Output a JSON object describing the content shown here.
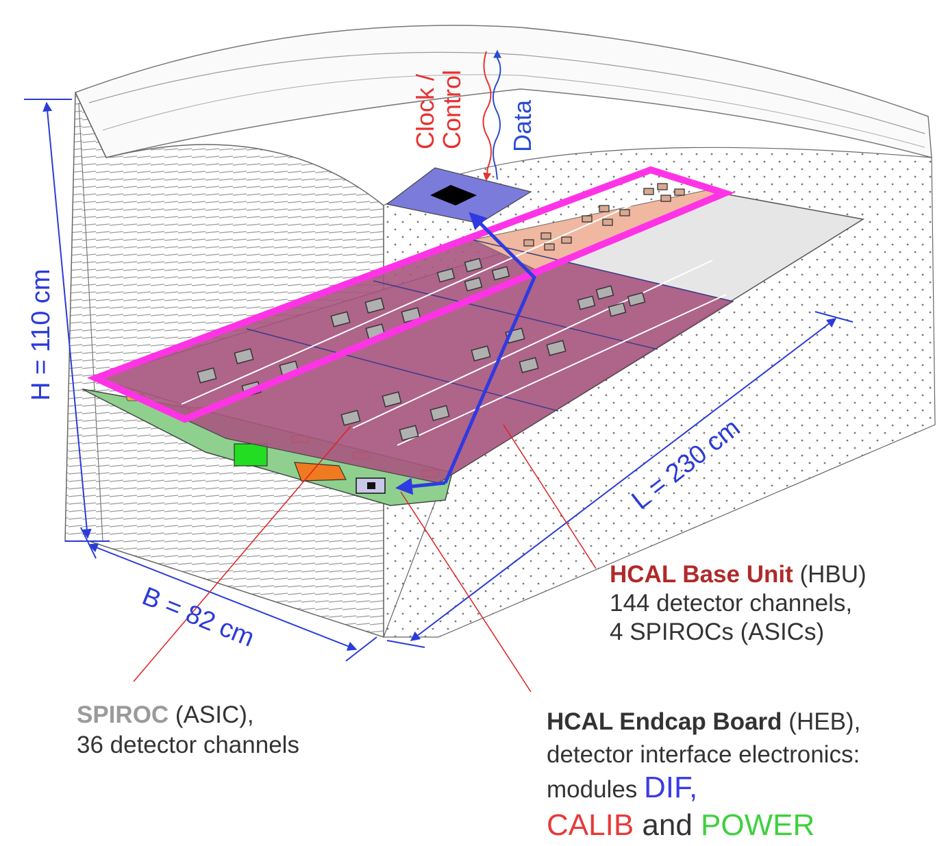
{
  "colors": {
    "dimension": "#2a3bd8",
    "pointer": "#e02020",
    "hbu_outline": "#ff33e6",
    "hbu_fill": "#a8557f",
    "heb_board": "#8fd08f",
    "dif_chip": "#7b7bdc",
    "data_arrow": "#2f3ae0",
    "clock": "#e83030",
    "data_text": "#2a4bd0",
    "dif_text": "#3a3ae8",
    "calib_text": "#e83a3a",
    "power_text": "#3fd03f",
    "hbu_text": "#b02a2a",
    "spiroc_text": "#9a9a9a"
  },
  "dimensions": {
    "height": "H = 110 cm",
    "width": "B = 82 cm",
    "length": "L = 230 cm"
  },
  "signals": {
    "clock": "Clock /",
    "control": "Control",
    "data": "Data"
  },
  "labels": {
    "hbu": {
      "name": "HCAL Base Unit",
      "abbr": " (HBU)",
      "line2": "144 detector channels,",
      "line3": "4 SPIROCs (ASICs)"
    },
    "spiroc": {
      "name": "SPIROC",
      "abbr": " (ASIC),",
      "line2": "36 detector channels"
    },
    "heb": {
      "name": "HCAL Endcap Board",
      "abbr": " (HEB),",
      "line2": "detector interface electronics:",
      "line3_prefix": "modules ",
      "dif": "DIF",
      "comma": ",",
      "calib": "CALIB",
      "and": " and ",
      "power": "POWER"
    }
  }
}
